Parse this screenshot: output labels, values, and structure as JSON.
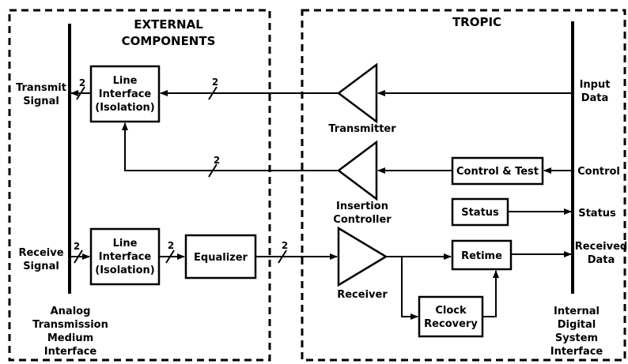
{
  "sections": {
    "external": [
      "EXTERNAL",
      "COMPONENTS"
    ],
    "tropic": "TROPIC"
  },
  "left_labels": {
    "transmit_signal": [
      "Transmit",
      "Signal"
    ],
    "receive_signal": [
      "Receive",
      "Signal"
    ],
    "analog_interface": [
      "Analog",
      "Transmission",
      "Medium",
      "Interface"
    ]
  },
  "right_labels": {
    "input_data": [
      "Input",
      "Data"
    ],
    "control": "Control",
    "status": "Status",
    "received_data": [
      "Received",
      "Data"
    ],
    "digital_interface": [
      "Internal",
      "Digital",
      "System",
      "Interface"
    ]
  },
  "blocks": {
    "line_interface_tx": [
      "Line",
      "Interface",
      "(Isolation)"
    ],
    "line_interface_rx": [
      "Line",
      "Interface",
      "(Isolation)"
    ],
    "equalizer": "Equalizer",
    "control_test": "Control & Test",
    "status": "Status",
    "retime": "Retime",
    "clock_recovery": [
      "Clock",
      "Recovery"
    ]
  },
  "amplifiers": {
    "transmitter": "Transmitter",
    "insertion_controller": [
      "Insertion",
      "Controller"
    ],
    "receiver": "Receiver"
  },
  "bus_widths": {
    "tx_signal": "2",
    "tx_line": "2",
    "insertion": "2",
    "rx_signal": "2",
    "rx_line": "2",
    "rx_eq": "2"
  }
}
